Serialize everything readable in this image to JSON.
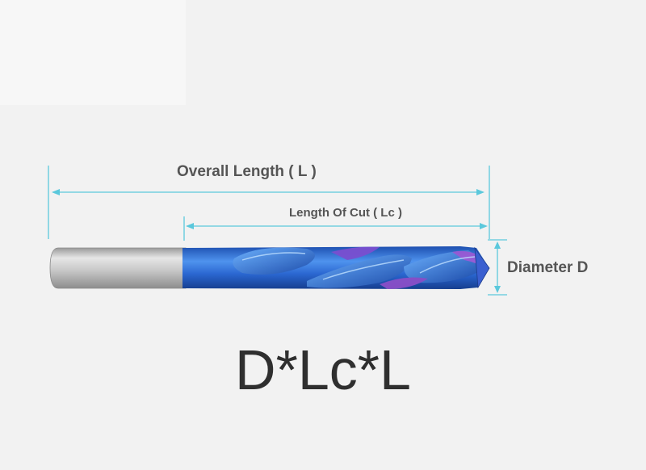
{
  "dimensions": {
    "overall_length_label": "Overall Length ( L )",
    "length_of_cut_label": "Length Of Cut ( Lc )",
    "diameter_label": "Diameter D"
  },
  "formula": "D*Lc*L",
  "colors": {
    "background": "#f2f2f2",
    "dimension_line": "#5bc8dc",
    "label_text": "#555555",
    "shank": "#c4c4c4",
    "flute_blue": "#2f6fd8",
    "flute_purple": "#8a4fc8"
  },
  "icons": {
    "product": "twist-drill-bit"
  }
}
